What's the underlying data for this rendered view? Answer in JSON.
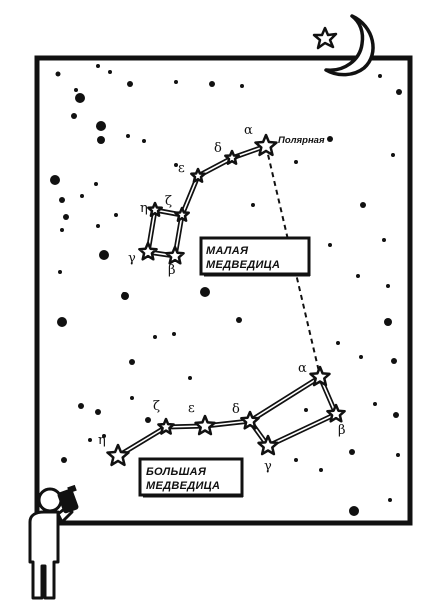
{
  "little_dipper": {
    "name_line1": "МАЛАЯ",
    "name_line2": "МЕДВЕДИЦА",
    "stars": {
      "alpha": {
        "greek": "α",
        "name": "Полярная"
      },
      "delta": {
        "greek": "δ"
      },
      "epsilon": {
        "greek": "ε"
      },
      "zeta": {
        "greek": "ζ"
      },
      "eta": {
        "greek": "η"
      },
      "gamma": {
        "greek": "γ"
      },
      "beta": {
        "greek": "β"
      }
    }
  },
  "big_dipper": {
    "name_line1": "БОЛЬШАЯ",
    "name_line2": "МЕДВЕДИЦА",
    "stars": {
      "alpha": {
        "greek": "α"
      },
      "beta": {
        "greek": "β"
      },
      "gamma": {
        "greek": "γ"
      },
      "delta": {
        "greek": "δ"
      },
      "epsilon": {
        "greek": "ε"
      },
      "zeta": {
        "greek": "ζ"
      },
      "eta": {
        "greek": "η"
      }
    }
  },
  "icons": [
    "moon-icon",
    "sky-star-icon",
    "observer-icon",
    "binoculars-icon"
  ],
  "colors": {
    "ink": "#111111",
    "background": "#ffffff"
  }
}
